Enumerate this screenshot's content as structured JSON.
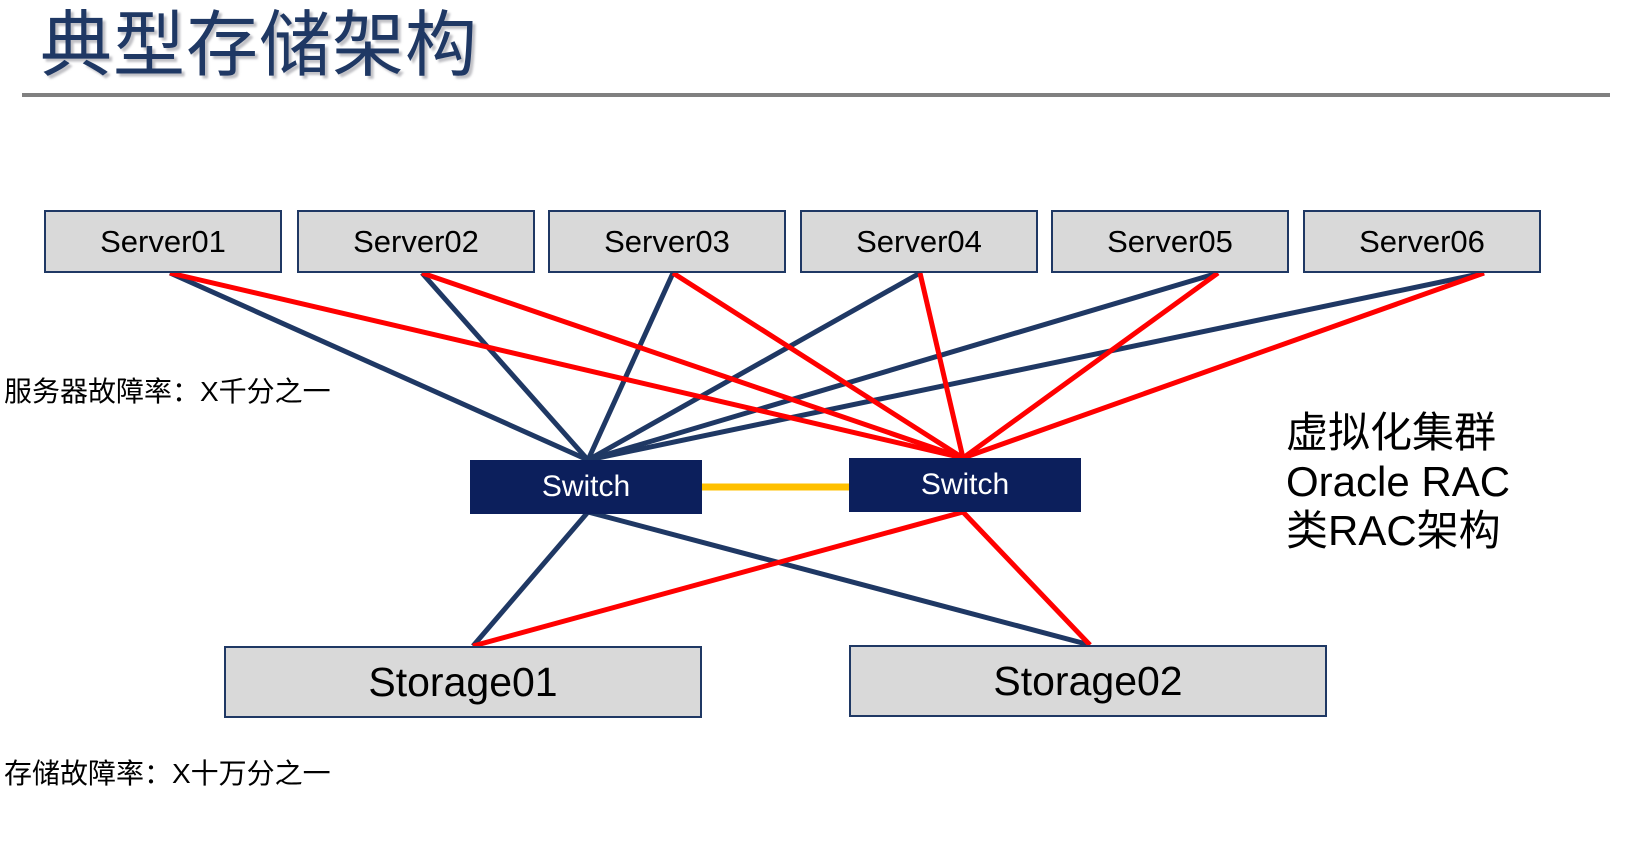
{
  "slide": {
    "title": "典型存储架构",
    "background_color": "#FFFFFF",
    "title_color": "#1F3864",
    "rule_color": "#808080"
  },
  "palette": {
    "node_fill": "#D9D9D9",
    "node_border": "#1F3864",
    "switch_fill": "#0C1F5C",
    "switch_text": "#FFFFFF",
    "link_primary": "#1F3864",
    "link_secondary": "#FF0000",
    "interswitch_link": "#FFC000"
  },
  "servers": [
    {
      "id": "server01",
      "label": "Server01"
    },
    {
      "id": "server02",
      "label": "Server02"
    },
    {
      "id": "server03",
      "label": "Server03"
    },
    {
      "id": "server04",
      "label": "Server04"
    },
    {
      "id": "server05",
      "label": "Server05"
    },
    {
      "id": "server06",
      "label": "Server06"
    }
  ],
  "switches": [
    {
      "id": "switch01",
      "label": "Switch"
    },
    {
      "id": "switch02",
      "label": "Switch"
    }
  ],
  "storages": [
    {
      "id": "storage01",
      "label": "Storage01"
    },
    {
      "id": "storage02",
      "label": "Storage02"
    }
  ],
  "annotations": {
    "server_failure_rate": "服务器故障率：X千分之一",
    "storage_failure_rate": "存储故障率：X十万分之一",
    "cluster": {
      "line1": "虚拟化集群",
      "line2": "Oracle RAC",
      "line3": "类RAC架构"
    }
  }
}
